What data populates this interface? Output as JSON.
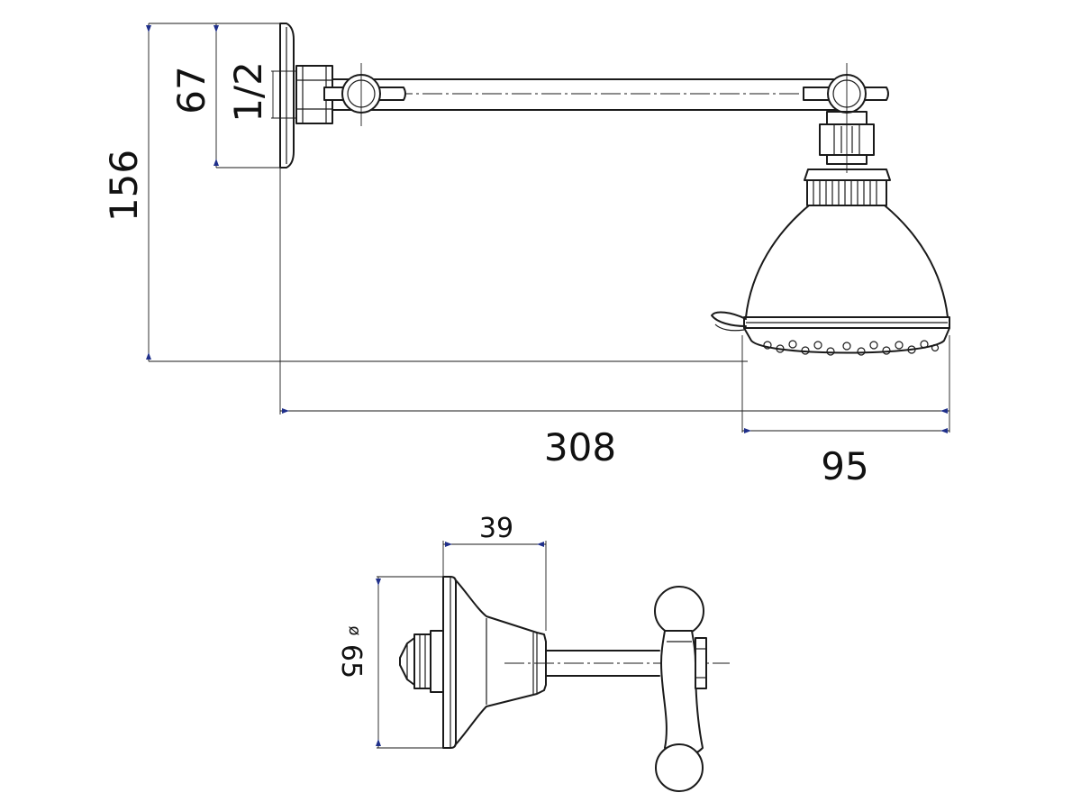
{
  "dimensions": {
    "total_height": "156",
    "flange_height": "67",
    "thread_size": "1/2",
    "arm_length": "308",
    "head_diameter": "95",
    "flange_depth": "39",
    "flange_diameter": "65",
    "diameter_symbol": "ø"
  },
  "colors": {
    "line": "#1a1a1a",
    "dimension_tick": "#1f2f8a"
  }
}
